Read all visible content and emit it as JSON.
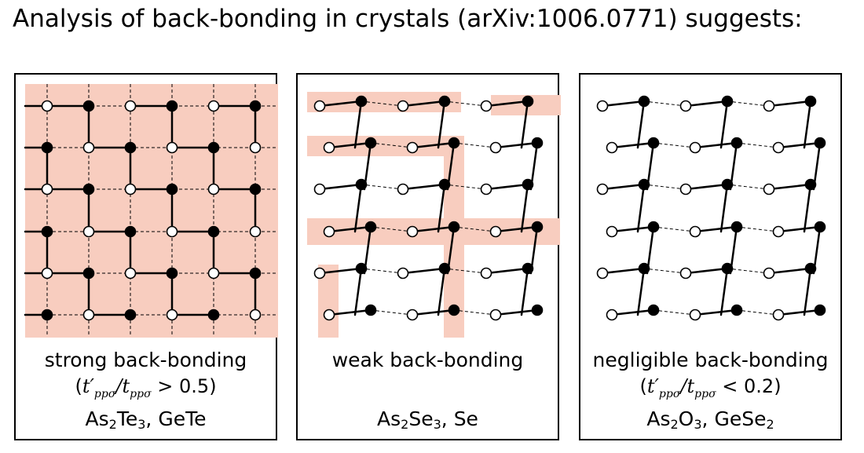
{
  "title": "Analysis of back-bonding in crystals (arXiv:1006.0771) suggests:",
  "colors": {
    "highlight": "#f8cdbf",
    "open_atom": "#ffffff",
    "filled_atom": "#000000"
  },
  "panels": [
    {
      "description": "strong back-bonding",
      "ratio": {
        "lhs": "t′",
        "lhs_sub": "ppσ",
        "slash": "/",
        "rhs": "t",
        "rhs_sub": "ppσ",
        "op": ">",
        "value": "0.5"
      },
      "formula": [
        {
          "t": "As"
        },
        {
          "sub": "2"
        },
        {
          "t": "Te"
        },
        {
          "sub": "3"
        },
        {
          "t": ", GeTe"
        }
      ]
    },
    {
      "description": "weak back-bonding",
      "ratio": null,
      "formula": [
        {
          "t": "As"
        },
        {
          "sub": "2"
        },
        {
          "t": "Se"
        },
        {
          "sub": "3"
        },
        {
          "t": ", Se"
        }
      ]
    },
    {
      "description": "negligible back-bonding",
      "ratio": {
        "lhs": "t′",
        "lhs_sub": "ppσ",
        "slash": "/",
        "rhs": "t",
        "rhs_sub": "ppσ",
        "op": "<",
        "value": "0.2"
      },
      "formula": [
        {
          "t": "As"
        },
        {
          "sub": "2"
        },
        {
          "t": "O"
        },
        {
          "sub": "3"
        },
        {
          "t": ", GeSe"
        },
        {
          "sub": "2"
        }
      ]
    }
  ]
}
